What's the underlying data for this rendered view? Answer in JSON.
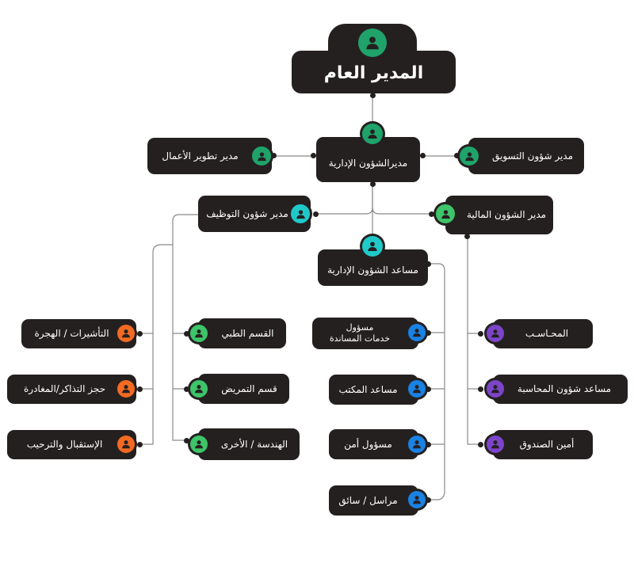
{
  "colors": {
    "box": "#252020",
    "line": "#8a8a8a",
    "green": "#1fa36a",
    "teal": "#20c9c9",
    "light_green": "#3ec46a",
    "orange": "#f36a22",
    "blue": "#1a82e2",
    "purple": "#7c45c9"
  },
  "nodes": {
    "general_manager": {
      "label": "المدير العام"
    },
    "admin_manager": {
      "label": "مديرالشؤون الإدارية"
    },
    "business_dev_manager": {
      "label": "مدير تطوير الأعمال"
    },
    "marketing_manager": {
      "label": "مدير شؤون التسويق"
    },
    "hr_manager": {
      "label": "مدير شؤون التوظيف"
    },
    "finance_manager": {
      "label": "مدير الشؤون المالية"
    },
    "admin_assistant": {
      "label": "مساعد الشؤون الإدارية"
    },
    "visas": {
      "label": "التأشيرات / الهجرة"
    },
    "tickets": {
      "label": "حجز التذاكر/المغادرة"
    },
    "reception": {
      "label": "الإستقبال والترحيب"
    },
    "medical": {
      "label": "القسم الطبي"
    },
    "nursing": {
      "label": "قسم التمريض"
    },
    "engineering": {
      "label": "الهندسة / الأخرى"
    },
    "support_services": {
      "label_line1": "مسؤول",
      "label_line2": "خدمات المساندة"
    },
    "office_assistant": {
      "label": "مساعد المكتب"
    },
    "security": {
      "label": "مسؤول أمن"
    },
    "courier": {
      "label": "مراسل / سائق"
    },
    "accountant": {
      "label": "المحـاسـب"
    },
    "accounting_assistant": {
      "label": "مساعد شؤون المحاسبة"
    },
    "treasurer": {
      "label": "أمين الصندوق"
    }
  }
}
